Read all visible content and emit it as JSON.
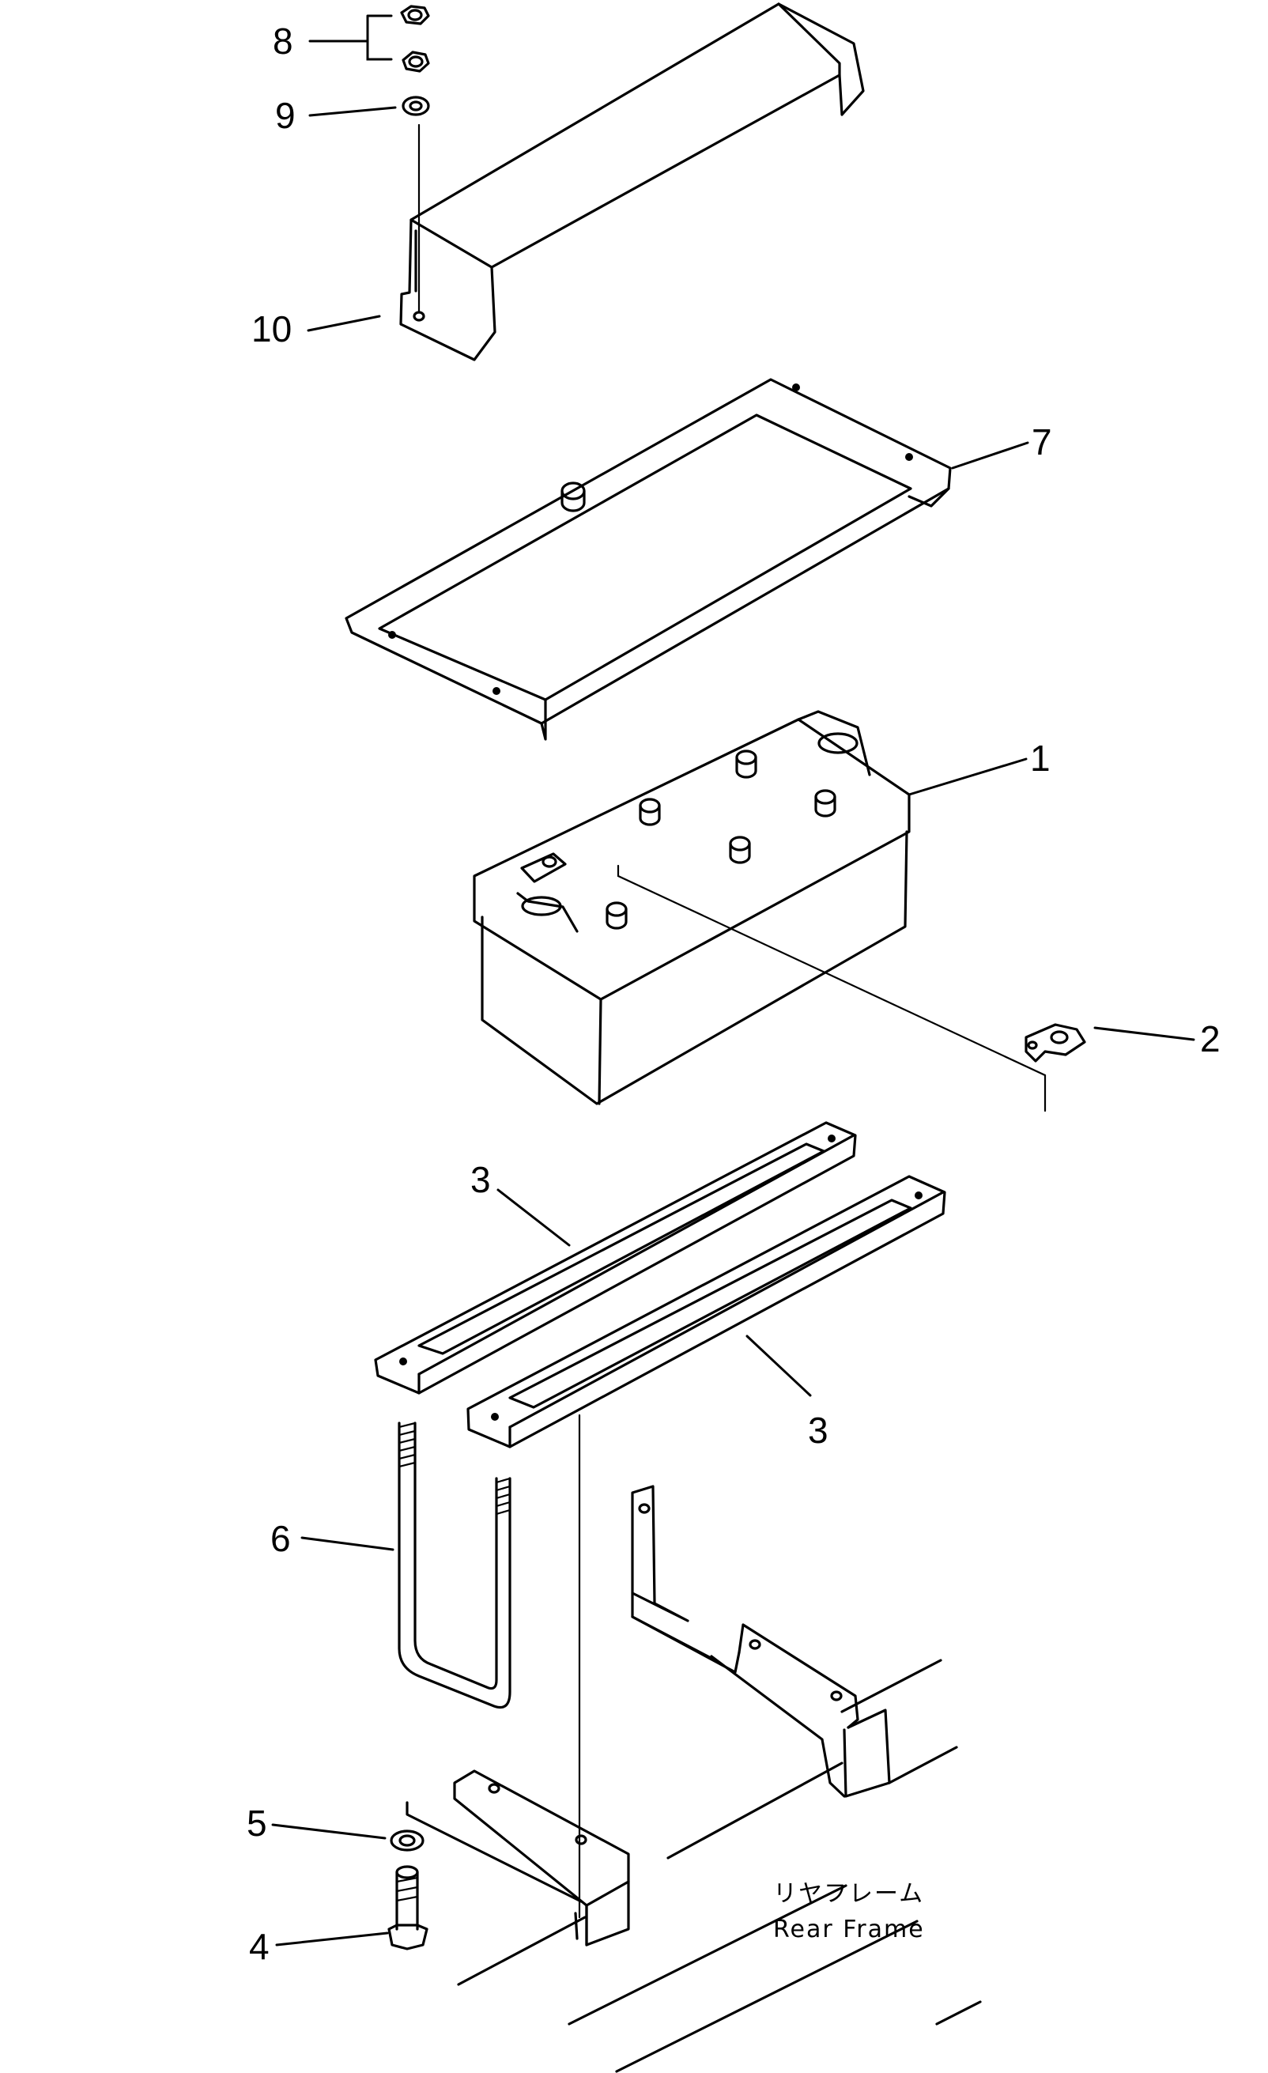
{
  "callouts": {
    "c1": "1",
    "c2": "2",
    "c3a": "3",
    "c3b": "3",
    "c4": "4",
    "c5": "5",
    "c6": "6",
    "c7": "7",
    "c8": "8",
    "c9": "9",
    "c10": "10"
  },
  "frame_label": {
    "japanese": "リヤフレーム",
    "english": "Rear Frame"
  }
}
